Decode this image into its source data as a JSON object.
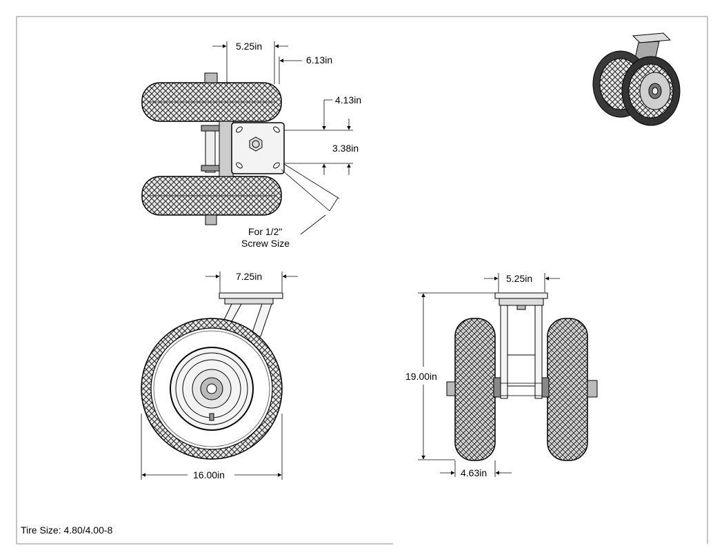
{
  "drawing": {
    "top_view": {
      "axle_offset": "5.25in",
      "swivel_offset": "6.13in",
      "plate_width": "4.13in",
      "bolt_spacing": "3.38in",
      "screw_note_line1": "For 1/2\"",
      "screw_note_line2": "Screw Size"
    },
    "side_view": {
      "plate_length": "7.25in",
      "wheel_diameter": "16.00in"
    },
    "front_view": {
      "axle_offset": "5.25in",
      "overall_height": "19.00in",
      "tread_width": "4.63in"
    },
    "footer_note": "Tire Size: 4.80/4.00-8"
  },
  "colors": {
    "line": "#000000",
    "tire_dark": "#333333",
    "hub": "#9a9a9a",
    "plate": "#d8d8d8"
  }
}
